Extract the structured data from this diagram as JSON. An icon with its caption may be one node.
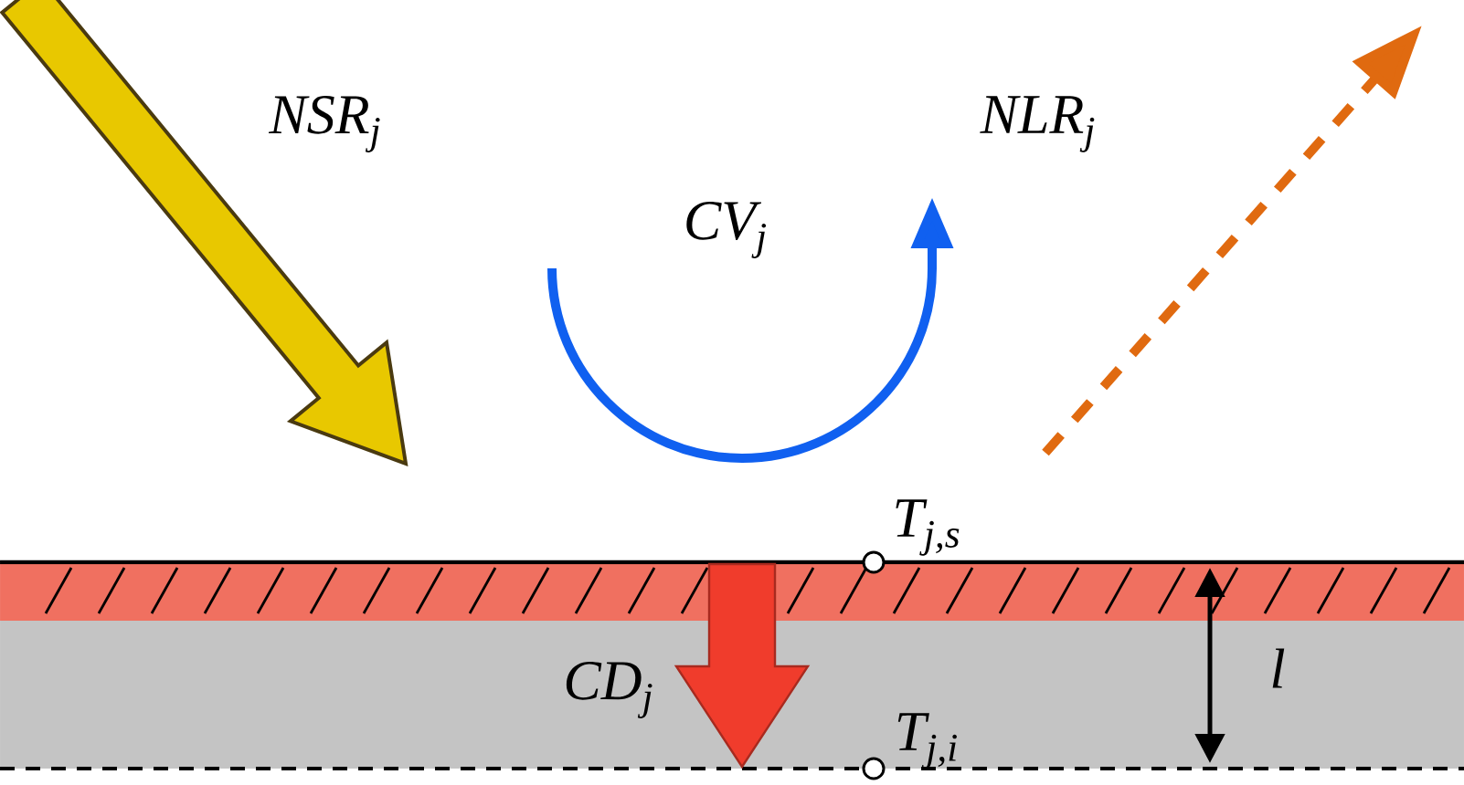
{
  "diagram": {
    "labels": [
      "NSR$_{j}$",
      "NLR$_{j}$",
      "CV$_{j}$",
      "T$_{j,s}$",
      "CD$_{j}$",
      "T$_{j,i}$",
      "l"
    ]
  }
}
